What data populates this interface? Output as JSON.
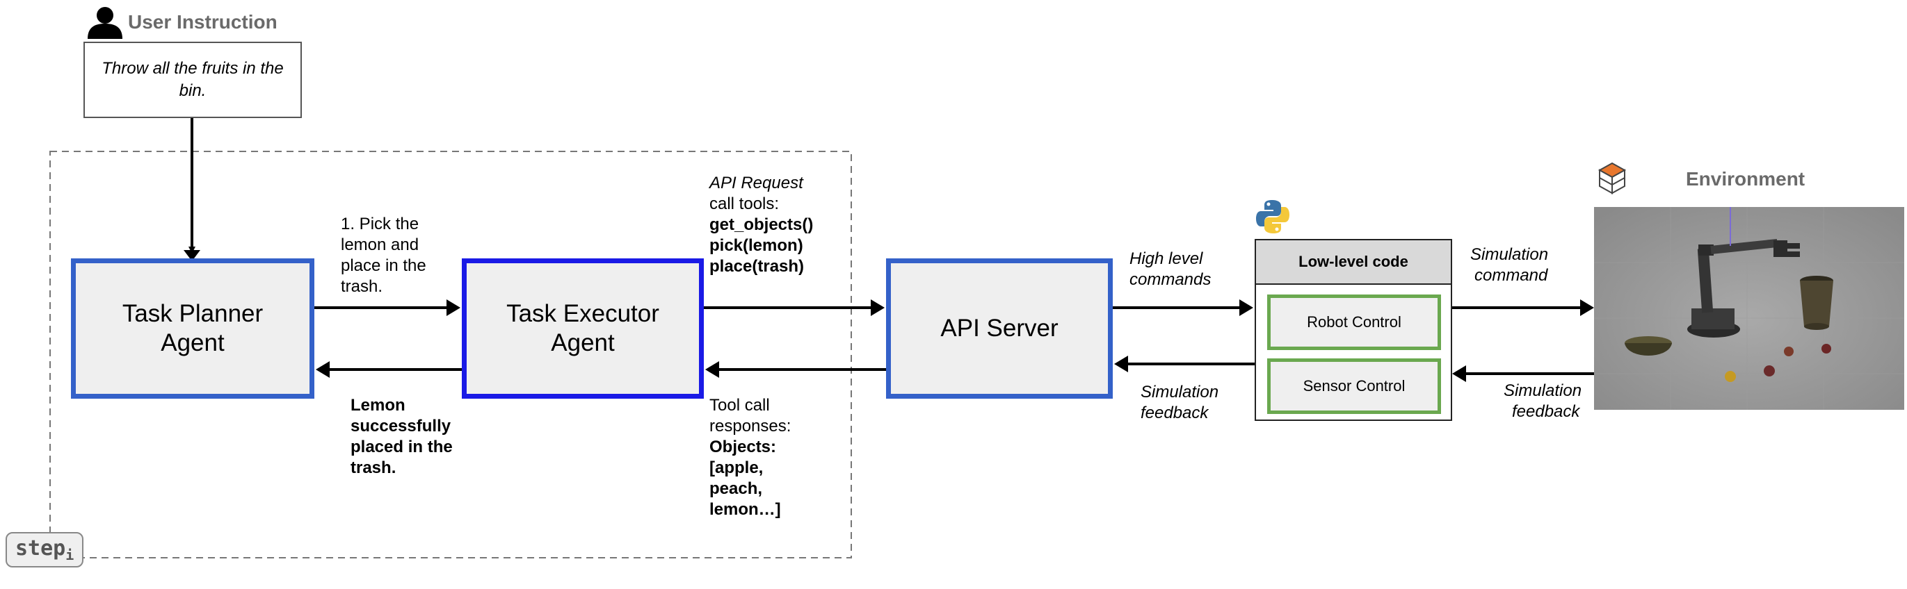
{
  "user_instruction": {
    "title": "User Instruction",
    "text": "Throw all the fruits in the bin.",
    "icon": "user-icon"
  },
  "task_planner": {
    "label_line1": "Task Planner",
    "label_line2": "Agent"
  },
  "task_executor": {
    "label_line1": "Task Executor",
    "label_line2": "Agent"
  },
  "api_server": {
    "label": "API Server"
  },
  "planner_to_executor": {
    "lines": [
      "1. Pick the",
      "lemon and",
      "place in the",
      "trash."
    ]
  },
  "executor_to_planner": {
    "lines": [
      "Lemon",
      "successfully",
      "placed in the",
      "trash."
    ]
  },
  "api_request": {
    "heading": "API Request",
    "subheading": "call tools:",
    "calls": [
      "get_objects()",
      "pick(lemon)",
      "place(trash)"
    ]
  },
  "tool_responses": {
    "lines": [
      "Tool call",
      "responses:"
    ],
    "bold_lines": [
      "Objects:",
      "[apple,",
      "peach,",
      "lemon…]"
    ]
  },
  "high_level": {
    "lines": [
      "High level",
      "commands"
    ]
  },
  "sim_feedback_left": {
    "lines": [
      "Simulation",
      "feedback"
    ]
  },
  "low_level": {
    "header": "Low-level code",
    "robot_control": "Robot Control",
    "sensor_control": "Sensor Control",
    "icon": "python-logo-icon"
  },
  "sim_command": {
    "lines": [
      "Simulation",
      "command"
    ]
  },
  "sim_feedback_right": {
    "lines": [
      "Simulation",
      "feedback"
    ]
  },
  "environment": {
    "title": "Environment",
    "icon": "environment-cube-icon"
  },
  "step": {
    "text": "step",
    "subscript": "i"
  },
  "colors": {
    "agent_border": "#3461c9",
    "executor_border": "#1a1ae6",
    "control_border": "#6aa84f",
    "box_fill": "#efefef"
  }
}
